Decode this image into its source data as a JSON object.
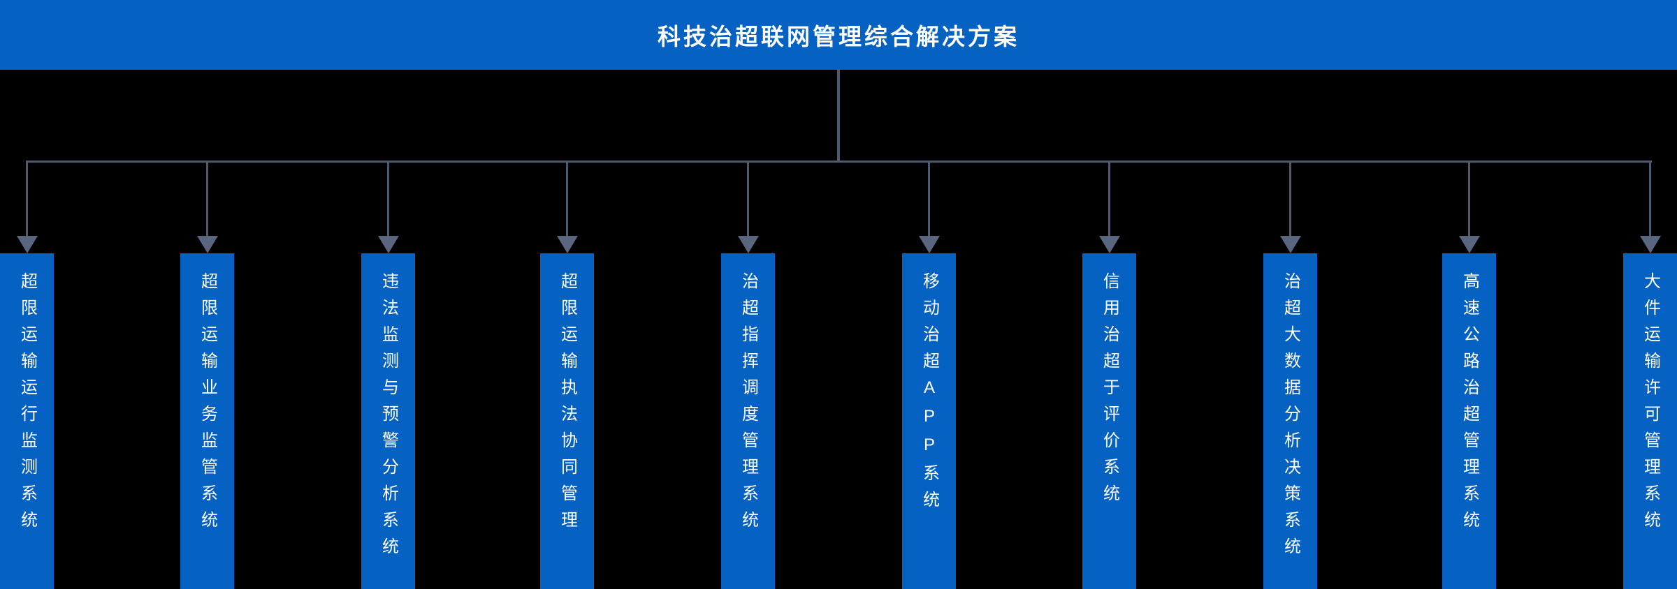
{
  "header": {
    "title": "科技治超联网管理综合解决方案"
  },
  "colors": {
    "background": "#000000",
    "primary_blue": "#0561C2",
    "connector_line": "#4E5A70",
    "arrow_fill": "#5A6680",
    "text": "#FFFFFF"
  },
  "diagram": {
    "type": "org-tree",
    "root_label": "科技治超联网管理综合解决方案",
    "systems": [
      {
        "label": "超限运输运行监测系统"
      },
      {
        "label": "超限运输业务监管系统"
      },
      {
        "label": "违法监测与预警分析系统"
      },
      {
        "label": "超限运输执法协同管理"
      },
      {
        "label": "治超指挥调度管理系统"
      },
      {
        "label": "移动治超APP系统"
      },
      {
        "label": "信用治超于评价系统"
      },
      {
        "label": "治超大数据分析决策系统"
      },
      {
        "label": "高速公路治超管理系统"
      },
      {
        "label": "大件运输许可管理系统"
      }
    ]
  }
}
